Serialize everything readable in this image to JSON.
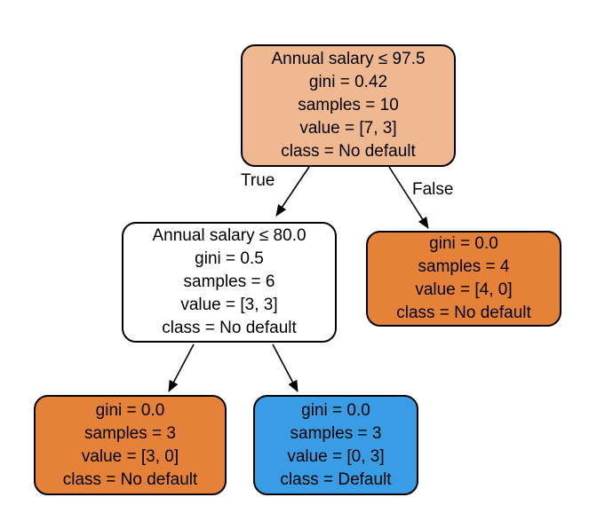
{
  "tree": {
    "root": {
      "lines": [
        "Annual salary ≤ 97.5",
        "gini = 0.42",
        "samples = 10",
        "value = [7, 3]",
        "class = No default"
      ],
      "fill": "#f0b890"
    },
    "left_child": {
      "lines": [
        "Annual salary ≤ 80.0",
        "gini = 0.5",
        "samples = 6",
        "value = [3, 3]",
        "class = No default"
      ],
      "fill": "#ffffff"
    },
    "right_child": {
      "lines": [
        "gini = 0.0",
        "samples = 4",
        "value = [4, 0]",
        "class = No default"
      ],
      "fill": "#e58139"
    },
    "leaf_left": {
      "lines": [
        "gini = 0.0",
        "samples = 3",
        "value = [3, 0]",
        "class = No default"
      ],
      "fill": "#e58139"
    },
    "leaf_right": {
      "lines": [
        "gini = 0.0",
        "samples = 3",
        "value = [0, 3]",
        "class = Default"
      ],
      "fill": "#399de5"
    }
  },
  "edge_labels": {
    "true": "True",
    "false": "False"
  },
  "colors": {
    "node_border": "#000000",
    "edge": "#000000",
    "text": "#000000",
    "background": "#ffffff",
    "class_no_default_orange": "#e58139",
    "class_default_blue": "#399de5",
    "root_mixed_peach": "#f0b890"
  }
}
